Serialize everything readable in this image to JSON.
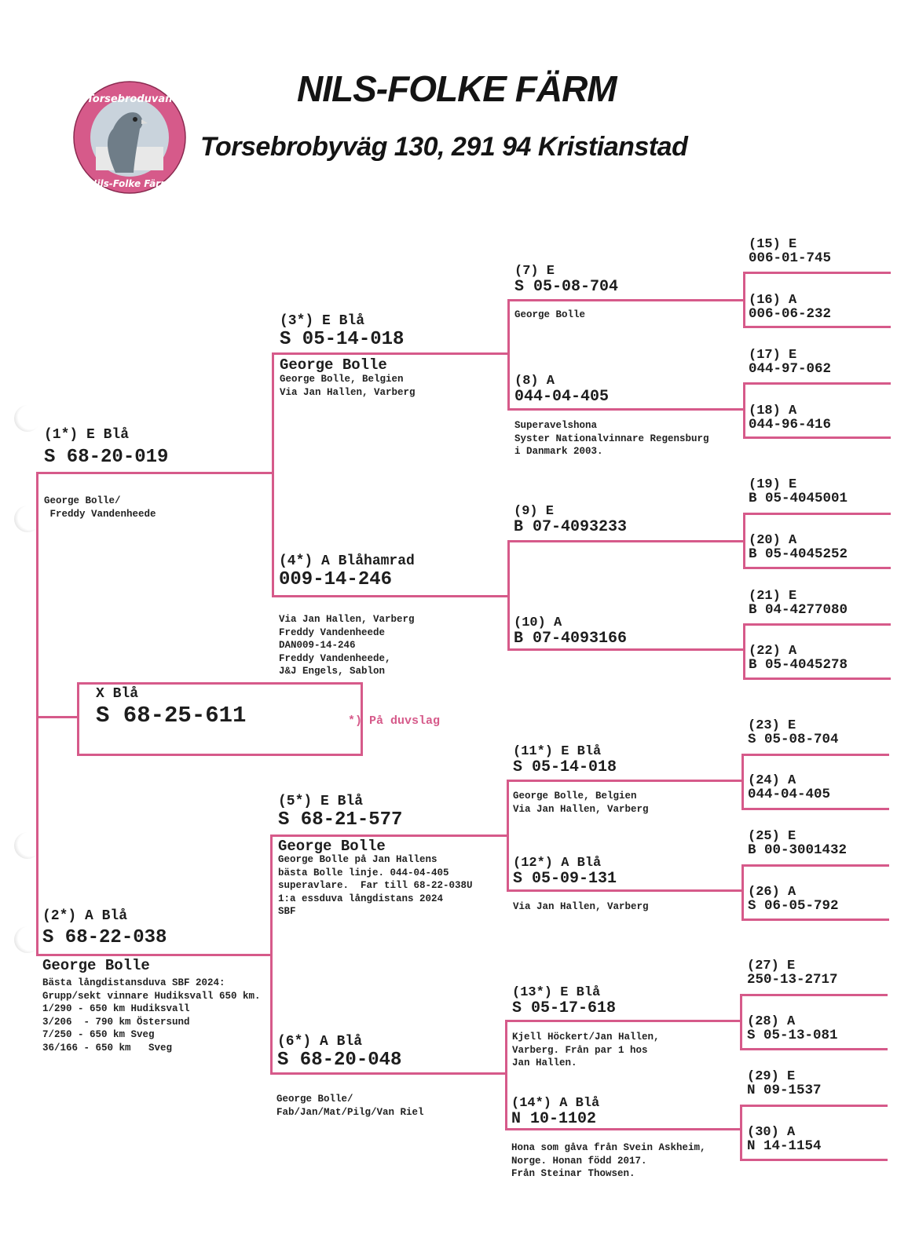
{
  "header": {
    "title": "NILS-FOLKE FÄRM",
    "address": "Torsebrobyväg 130, 291 94  Kristianstad",
    "logo": {
      "top_text": "Torsebroduvan",
      "bottom_text": "Nils-Folke Färm",
      "ring_color": "#d65a8a"
    }
  },
  "colors": {
    "line": "#d65a8a",
    "text": "#1d1d1d",
    "accent_note": "#d65a8a"
  },
  "subject": {
    "label": "X Blå",
    "ring": "S 68-25-611",
    "note": "*) På duvslag"
  },
  "pigeons": {
    "p1": {
      "label": "(1*) E Blå",
      "ring": "S 68-20-019",
      "notes": "George Bolle/\n Freddy Vandenheede"
    },
    "p2": {
      "label": "(2*) A Blå",
      "ring": "S 68-22-038",
      "owner": "George Bolle",
      "notes": "Bästa långdistansduva SBF 2024:\nGrupp/sekt vinnare Hudiksvall 650 km.\n1/290 - 650 km Hudiksvall\n3/206  - 790 km Östersund\n7/250 - 650 km Sveg\n36/166 - 650 km   Sveg"
    },
    "p3": {
      "label": "(3*) E Blå",
      "ring": "S 05-14-018",
      "owner": "George Bolle",
      "notes": "George Bolle, Belgien\nVia Jan Hallen, Varberg"
    },
    "p4": {
      "label": "(4*) A Blåhamrad",
      "ring": "009-14-246",
      "notes": "Via Jan Hallen, Varberg\nFreddy Vandenheede\nDAN009-14-246\nFreddy Vandenheede,\nJ&J Engels, Sablon"
    },
    "p5": {
      "label": "(5*) E Blå",
      "ring": "S 68-21-577",
      "owner": "George Bolle",
      "notes": "George Bolle på Jan Hallens\nbästa Bolle linje. 044-04-405\nsuperavlare.  Far till 68-22-038U\n1:a essduva långdistans 2024\nSBF"
    },
    "p6": {
      "label": "(6*) A Blå",
      "ring": "S 68-20-048",
      "notes": "George Bolle/\nFab/Jan/Mat/Pilg/Van Riel"
    },
    "p7": {
      "label": "(7) E",
      "ring": "S 05-08-704",
      "notes": "George Bolle"
    },
    "p8": {
      "label": "(8) A",
      "ring": "044-04-405",
      "notes": "Superavelshona\nSyster Nationalvinnare Regensburg\ni Danmark 2003."
    },
    "p9": {
      "label": "(9) E",
      "ring": "B 07-4093233"
    },
    "p10": {
      "label": "(10) A",
      "ring": "B 07-4093166"
    },
    "p11": {
      "label": "(11*) E Blå",
      "ring": "S 05-14-018",
      "notes": "George Bolle, Belgien\nVia Jan Hallen, Varberg"
    },
    "p12": {
      "label": "(12*) A Blå",
      "ring": "S 05-09-131",
      "notes": "Via Jan Hallen, Varberg"
    },
    "p13": {
      "label": "(13*) E Blå",
      "ring": "S 05-17-618",
      "notes": "Kjell Höckert/Jan Hallen,\nVarberg. Från par 1 hos\nJan Hallen."
    },
    "p14": {
      "label": "(14*) A Blå",
      "ring": "N 10-1102",
      "notes": "Hona som gåva från Svein Askheim,\nNorge. Honan född 2017.\nFrån Steinar Thowsen."
    },
    "p15": {
      "label": "(15) E",
      "ring": "006-01-745"
    },
    "p16": {
      "label": "(16) A",
      "ring": "006-06-232"
    },
    "p17": {
      "label": "(17) E",
      "ring": "044-97-062"
    },
    "p18": {
      "label": "(18) A",
      "ring": "044-96-416"
    },
    "p19": {
      "label": "(19) E",
      "ring": "B 05-4045001"
    },
    "p20": {
      "label": "(20) A",
      "ring": "B 05-4045252"
    },
    "p21": {
      "label": "(21) E",
      "ring": "B 04-4277080"
    },
    "p22": {
      "label": "(22) A",
      "ring": "B 05-4045278"
    },
    "p23": {
      "label": "(23) E",
      "ring": "S 05-08-704"
    },
    "p24": {
      "label": "(24) A",
      "ring": "044-04-405"
    },
    "p25": {
      "label": "(25) E",
      "ring": "B 00-3001432"
    },
    "p26": {
      "label": "(26) A",
      "ring": "S 06-05-792"
    },
    "p27": {
      "label": "(27) E",
      "ring": "250-13-2717"
    },
    "p28": {
      "label": "(28) A",
      "ring": "S 05-13-081"
    },
    "p29": {
      "label": "(29) E",
      "ring": "N 09-1537"
    },
    "p30": {
      "label": "(30) A",
      "ring": "N 14-1154"
    }
  }
}
